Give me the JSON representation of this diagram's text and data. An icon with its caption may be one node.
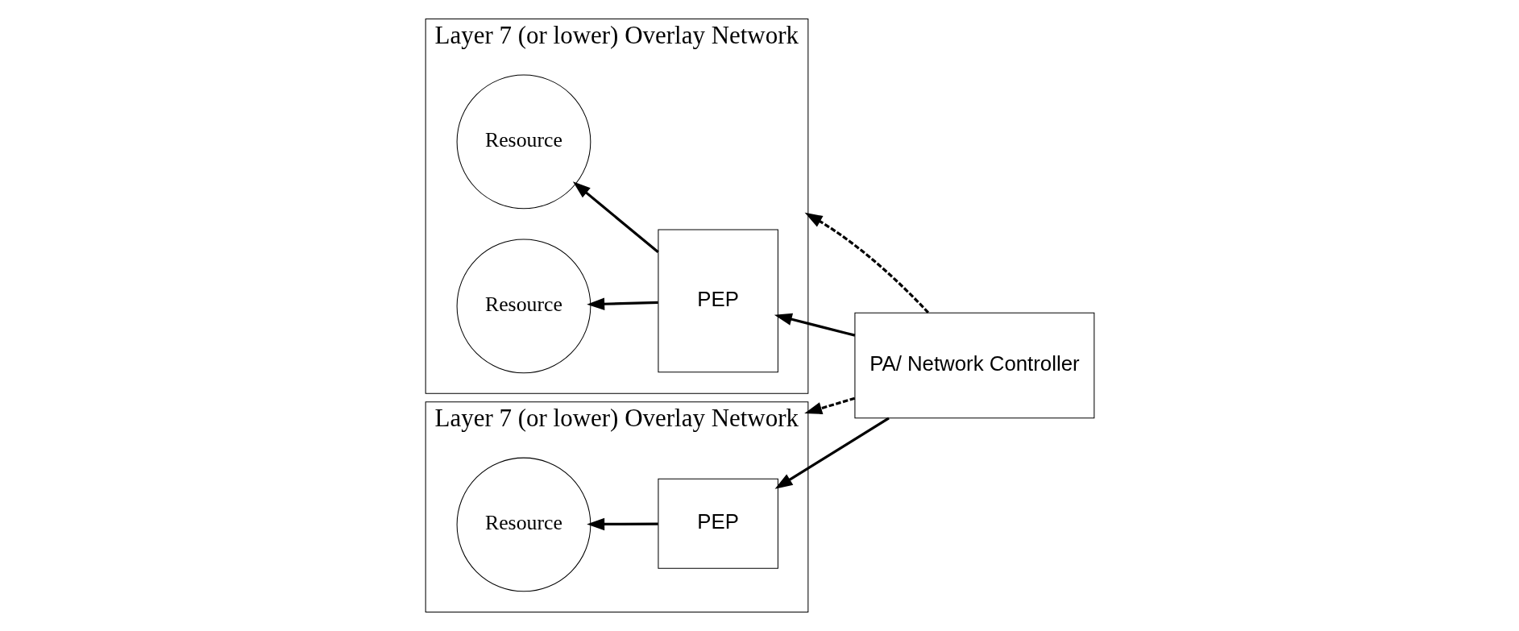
{
  "diagram": {
    "nodes": [
      {
        "text": [
          "Layer 7 (or lower) Overlay Network"
        ]
      },
      {
        "text": [
          "Resource"
        ],
        "in": 0
      },
      {
        "text": [
          "Resource"
        ],
        "in": 0
      },
      {
        "text": [
          "PEP"
        ],
        "in": 0
      },
      {
        "text": [
          "PA/ Network Controller"
        ]
      },
      {
        "text": [
          "Layer 7 (or lower) Overlay Network"
        ]
      },
      {
        "text": [
          "Resource"
        ],
        "in": 5
      },
      {
        "text": [
          "PEP"
        ],
        "in": 5
      }
    ],
    "edges": [
      {
        "from": 3,
        "to": 1,
        "arrow": "to"
      },
      {
        "from": 3,
        "to": 2,
        "arrow": "to"
      },
      {
        "from": 4,
        "to": 0,
        "arrow": "to",
        "style": "dashed"
      },
      {
        "from": 4,
        "to": 3,
        "arrow": "to"
      },
      {
        "from": 4,
        "to": 5,
        "arrow": "to",
        "style": "dashed"
      },
      {
        "from": 4,
        "to": 7,
        "arrow": "to"
      },
      {
        "from": 7,
        "to": 6,
        "arrow": "to"
      }
    ]
  }
}
